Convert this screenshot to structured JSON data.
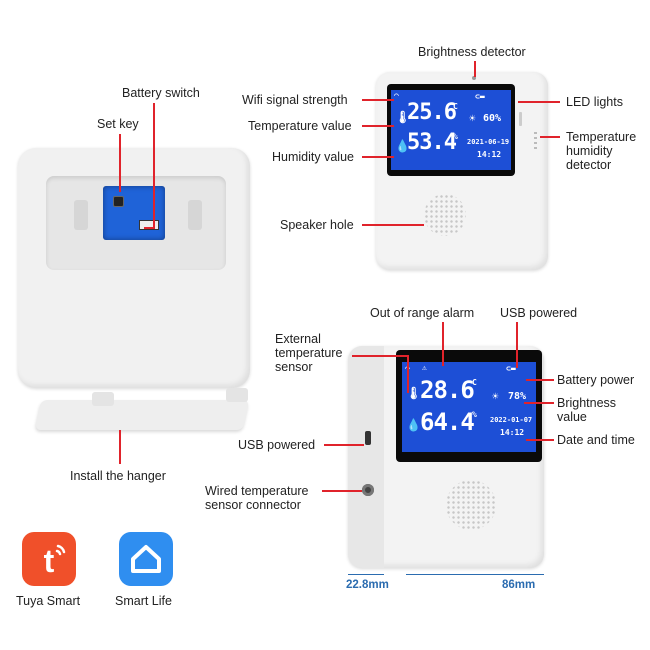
{
  "callouts": {
    "brightness_detector": "Brightness detector",
    "battery_switch": "Battery switch",
    "set_key": "Set key",
    "wifi_signal": "Wifi signal strength",
    "temperature_value": "Temperature value",
    "humidity_value": "Humidity value",
    "speaker_hole": "Speaker hole",
    "led_lights": "LED lights",
    "temp_humidity_detector": "Temperature humidity detector",
    "install_hanger": "Install the hanger",
    "out_of_range_alarm": "Out of range alarm",
    "usb_powered_top": "USB powered",
    "external_sensor": "External temperature sensor",
    "battery_power": "Battery power",
    "brightness_value": "Brightness value",
    "date_and_time": "Date and time",
    "usb_powered_side": "USB powered",
    "wired_sensor_connector": "Wired temperature sensor connector"
  },
  "dimensions": {
    "depth": "22.8mm",
    "width": "86mm"
  },
  "device_top": {
    "temperature": "25.6",
    "temp_unit": "C",
    "humidity": "53.4",
    "humidity_unit": "%",
    "brightness": "60%",
    "date": "2021-06-19",
    "time": "14:12"
  },
  "device_bottom": {
    "temperature": "28.6",
    "temp_unit": "C",
    "humidity": "64.4",
    "humidity_unit": "%",
    "brightness": "78%",
    "date": "2022-01-07",
    "time": "14:12"
  },
  "apps": [
    {
      "name": "Tuya Smart",
      "color": "#f0502a"
    },
    {
      "name": "Smart Life",
      "color": "#2f8ef0"
    }
  ],
  "accent": "#e0232b"
}
